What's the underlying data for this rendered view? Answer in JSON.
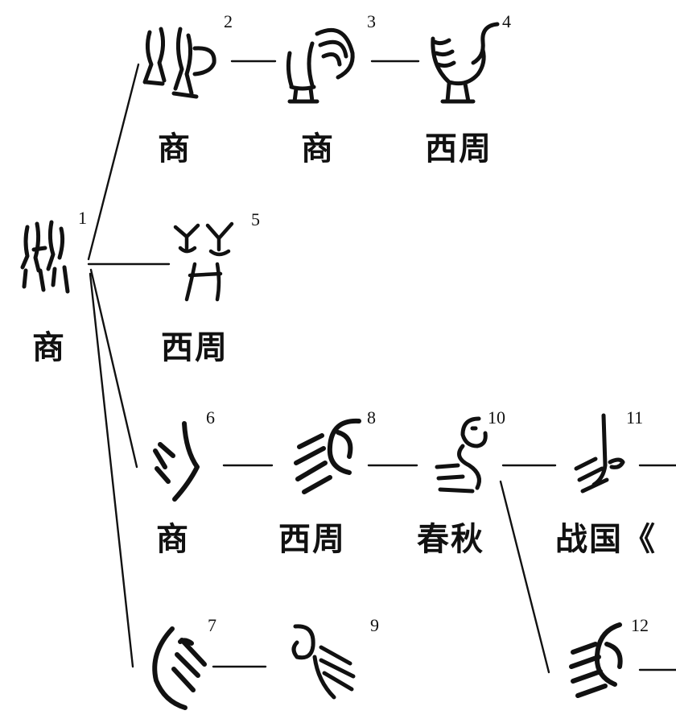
{
  "numbers": [
    "1",
    "2",
    "3",
    "4",
    "5",
    "6",
    "7",
    "8",
    "9",
    "10",
    "11",
    "12"
  ],
  "captions": {
    "n1": "商",
    "n2": "商",
    "n3": "商",
    "n4": "西周",
    "n5": "西周",
    "n6": "商",
    "n8": "西周",
    "n10": "春秋",
    "n11": "战国《"
  },
  "colors": {
    "ink": "#111111",
    "background": "#ffffff"
  }
}
